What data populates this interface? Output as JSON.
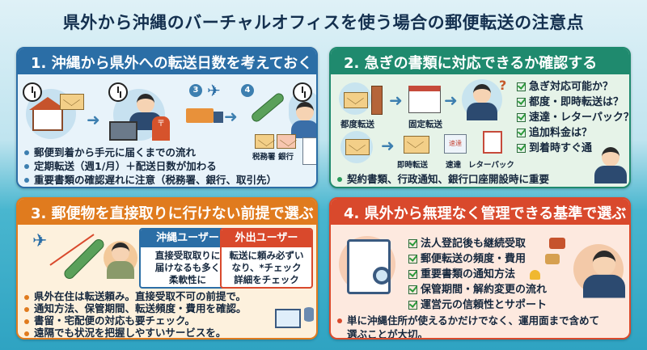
{
  "title": "県外から沖縄のバーチャルオフィスを使う場合の郵便転送の注意点",
  "panel1": {
    "heading": "1. 沖縄から県外への転送日数を考えておく",
    "steps": [
      "3",
      "4"
    ],
    "doc_labels": [
      "税務署",
      "銀行"
    ],
    "bullets": [
      "郵便到着から手元に届くまでの流れ",
      "定期転送（週1/月）＋配送日数が加わる",
      "重要書類の確認遅れに注意（税務署、銀行、取引先）"
    ]
  },
  "panel2": {
    "heading": "2. 急ぎの書類に対応できるか確認する",
    "labels": [
      "都度転送",
      "固定転送",
      "即時転送",
      "速達",
      "レターパック"
    ],
    "checks": [
      "急ぎ対応可能か？",
      "都度・即時転送は？",
      "速達・レターパック？",
      "追加料金は？",
      "到着時すぐ通"
    ],
    "bullet": "契約書類、行政通知、銀行口座開設時に重要"
  },
  "panel3": {
    "heading": "3. 郵便物を直接取りに行けない前提で選ぶ",
    "okinawa_user": {
      "title": "沖縄ユーザー",
      "text": "直接受取取りに\n届けなるも多く\n柔軟性に"
    },
    "outside_user": {
      "title": "外出ユーザー",
      "text": "転送に頼み必ずい\nなり、*チェック\n詳細をチェック"
    },
    "bullets": [
      "県外在住は転送頼み。直接受取不可の前提で。",
      "通知方法、保管期間、転送頻度・費用を確認。",
      "書留・宅配便の対応も要チェック。",
      "遠隔でも状況を把握しやすいサービスを。"
    ]
  },
  "panel4": {
    "heading": "4. 県外から無理なく管理できる基準で選ぶ",
    "checks": [
      "法人登記後も継続受取",
      "郵便転送の頻度・費用",
      "重要書類の通知方法",
      "保管期間・解約変更の流れ",
      "運営元の信頼性とサポート"
    ],
    "bullet": "単に沖縄住所が使えるかだけでなく、運用面まで含めて選ぶことが大切。"
  },
  "colors": {
    "panel1": "#2b6ea6",
    "panel2": "#1f8a6e",
    "panel3": "#e07b1e",
    "panel4": "#d9492c"
  }
}
